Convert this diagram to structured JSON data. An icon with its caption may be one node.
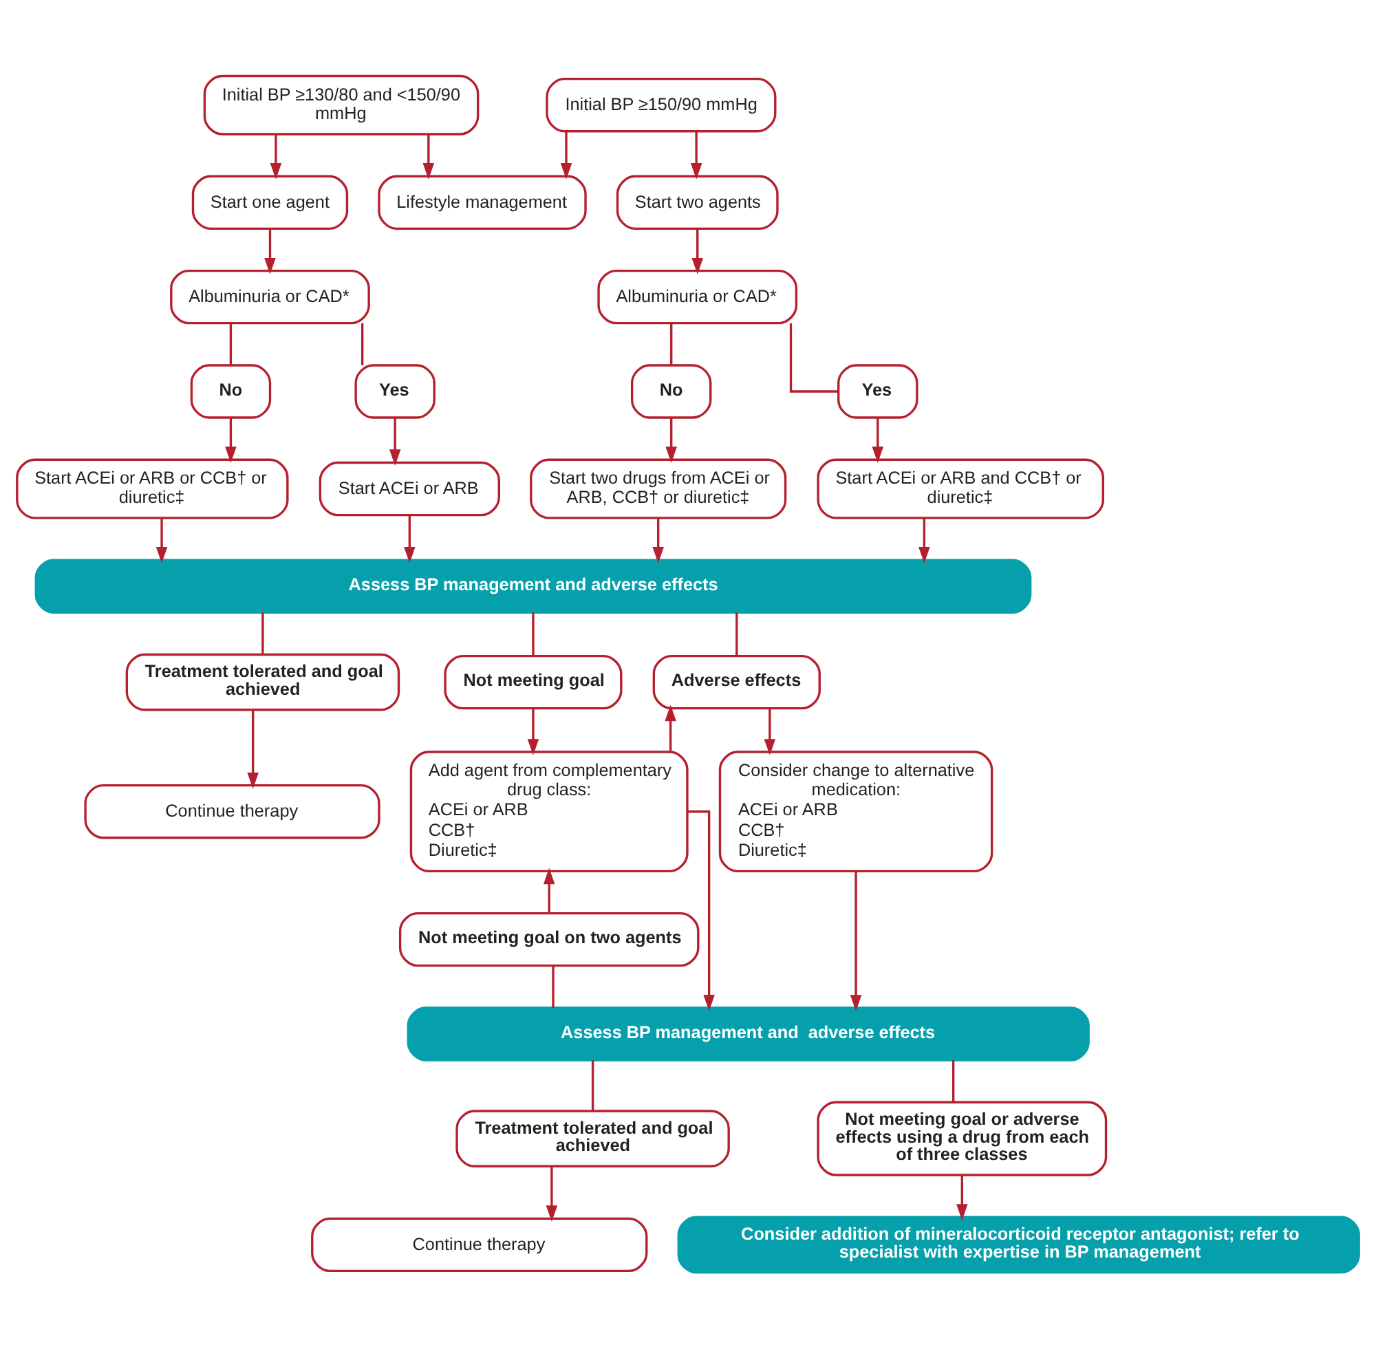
{
  "diagram": {
    "nodes": [
      {
        "text": [
          "Initial BP ≥130/80 and <150/90 mmHg"
        ]
      },
      {
        "text": [
          "Initial BP ≥150/90 mmHg"
        ]
      },
      {
        "text": [
          "Start one agent"
        ]
      },
      {
        "text": [
          "Lifestyle management"
        ]
      },
      {
        "text": [
          "Start two agents"
        ]
      },
      {
        "text": [
          "Albuminuria or CAD*"
        ]
      },
      {
        "text": [
          "Albuminuria or CAD*"
        ]
      },
      {
        "text": [
          "No"
        ]
      },
      {
        "text": [
          "Yes"
        ]
      },
      {
        "text": [
          "No"
        ]
      },
      {
        "text": [
          "Yes"
        ]
      },
      {
        "text": [
          "Start ACEi or ARB or CCB† or diuretic‡"
        ]
      },
      {
        "text": [
          "Start ACEi or ARB"
        ]
      },
      {
        "text": [
          "Start two drugs from ACEi or ARB, CCB† or diuretic‡"
        ]
      },
      {
        "text": [
          "Start ACEi or ARB and CCB† or diuretic‡"
        ]
      },
      {
        "text": [
          "Assess BP management and adverse effects"
        ]
      },
      {
        "text": [
          "Treatment tolerated and goal achieved"
        ]
      },
      {
        "text": [
          "Not meeting goal"
        ]
      },
      {
        "text": [
          "Adverse effects"
        ]
      },
      {
        "text": [
          "Continue therapy"
        ]
      },
      {
        "text": [
          "Add agent from complementary drug class:",
          "ACEi or ARB",
          "CCB†",
          "Diuretic‡"
        ]
      },
      {
        "text": [
          "Consider change to alternative medication:",
          "ACEi or ARB",
          "CCB†",
          "Diuretic‡"
        ]
      },
      {
        "text": [
          "Not meeting goal on two agents"
        ]
      },
      {
        "text": [
          "Assess BP management and  adverse effects"
        ]
      },
      {
        "text": [
          "Treatment tolerated and goal achieved"
        ]
      },
      {
        "text": [
          "Not meeting goal or adverse effects using a drug from each of three classes"
        ]
      },
      {
        "text": [
          "Continue therapy"
        ]
      },
      {
        "text": [
          "Consider addition of mineralocorticoid receptor antagonist; refer to specialist with expertise in BP management"
        ]
      }
    ],
    "edges": [
      {
        "from": 0,
        "to": 2,
        "arrow": "to"
      },
      {
        "from": 0,
        "to": 3,
        "arrow": "to"
      },
      {
        "from": 1,
        "to": 3,
        "arrow": "to"
      },
      {
        "from": 1,
        "to": 4,
        "arrow": "to"
      },
      {
        "from": 2,
        "to": 5,
        "arrow": "to"
      },
      {
        "from": 4,
        "to": 6,
        "arrow": "to"
      },
      {
        "from": 5,
        "to": 7,
        "arrow": "none"
      },
      {
        "from": 5,
        "to": 8,
        "arrow": "none"
      },
      {
        "from": 6,
        "to": 9,
        "arrow": "none"
      },
      {
        "from": 6,
        "to": 10,
        "arrow": "none"
      },
      {
        "from": 7,
        "to": 11,
        "arrow": "to"
      },
      {
        "from": 8,
        "to": 12,
        "arrow": "to"
      },
      {
        "from": 9,
        "to": 13,
        "arrow": "to"
      },
      {
        "from": 10,
        "to": 14,
        "arrow": "to"
      },
      {
        "from": 11,
        "to": 15,
        "arrow": "to"
      },
      {
        "from": 12,
        "to": 15,
        "arrow": "to"
      },
      {
        "from": 13,
        "to": 15,
        "arrow": "to"
      },
      {
        "from": 14,
        "to": 15,
        "arrow": "to"
      },
      {
        "from": 15,
        "to": 16,
        "arrow": "none"
      },
      {
        "from": 15,
        "to": 17,
        "arrow": "none"
      },
      {
        "from": 15,
        "to": 18,
        "arrow": "none"
      },
      {
        "from": 16,
        "to": 19,
        "arrow": "to"
      },
      {
        "from": 17,
        "to": 20,
        "arrow": "to"
      },
      {
        "from": 18,
        "to": 21,
        "arrow": "to"
      },
      {
        "from": 20,
        "to": 18,
        "arrow": "to"
      },
      {
        "from": 22,
        "to": 20,
        "arrow": "to"
      },
      {
        "from": 20,
        "to": 23,
        "arrow": "to"
      },
      {
        "from": 21,
        "to": 23,
        "arrow": "to"
      },
      {
        "from": 23,
        "to": 22,
        "arrow": "none"
      },
      {
        "from": 23,
        "to": 24,
        "arrow": "none"
      },
      {
        "from": 23,
        "to": 25,
        "arrow": "none"
      },
      {
        "from": 24,
        "to": 26,
        "arrow": "to"
      },
      {
        "from": 25,
        "to": 27,
        "arrow": "to"
      }
    ]
  }
}
